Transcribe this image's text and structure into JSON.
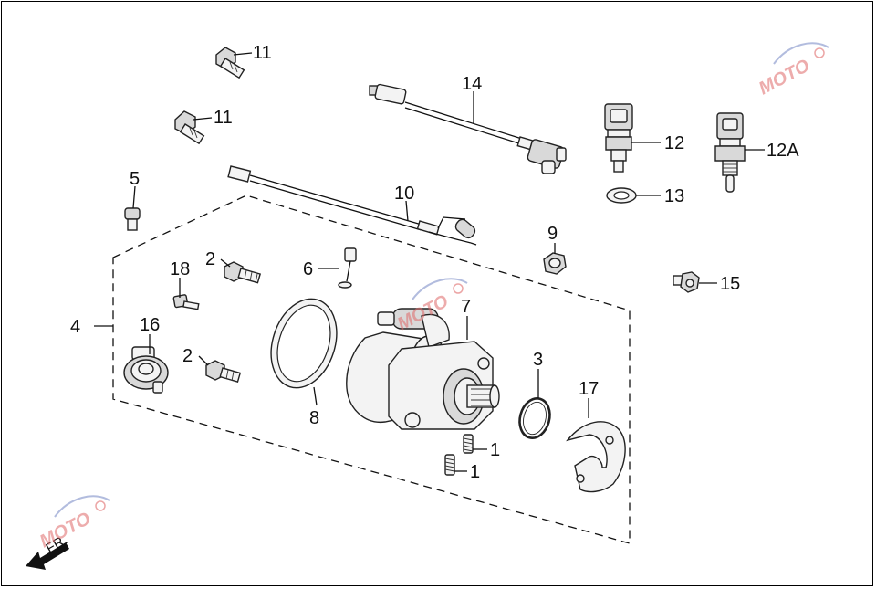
{
  "labels": {
    "p1a": "1",
    "p1b": "1",
    "p2a": "2",
    "p2b": "2",
    "p3": "3",
    "p4": "4",
    "p5": "5",
    "p6": "6",
    "p7": "7",
    "p8": "8",
    "p9": "9",
    "p10": "10",
    "p11a": "11",
    "p11b": "11",
    "p12": "12",
    "p12a": "12A",
    "p13": "13",
    "p14": "14",
    "p15": "15",
    "p16": "16",
    "p17": "17",
    "p18": "18"
  },
  "direction_label": "FR.",
  "watermark_text": "MOTO",
  "colors": {
    "watermark": "#e06a6a",
    "watermark_swoosh": "#7f8fc8"
  }
}
